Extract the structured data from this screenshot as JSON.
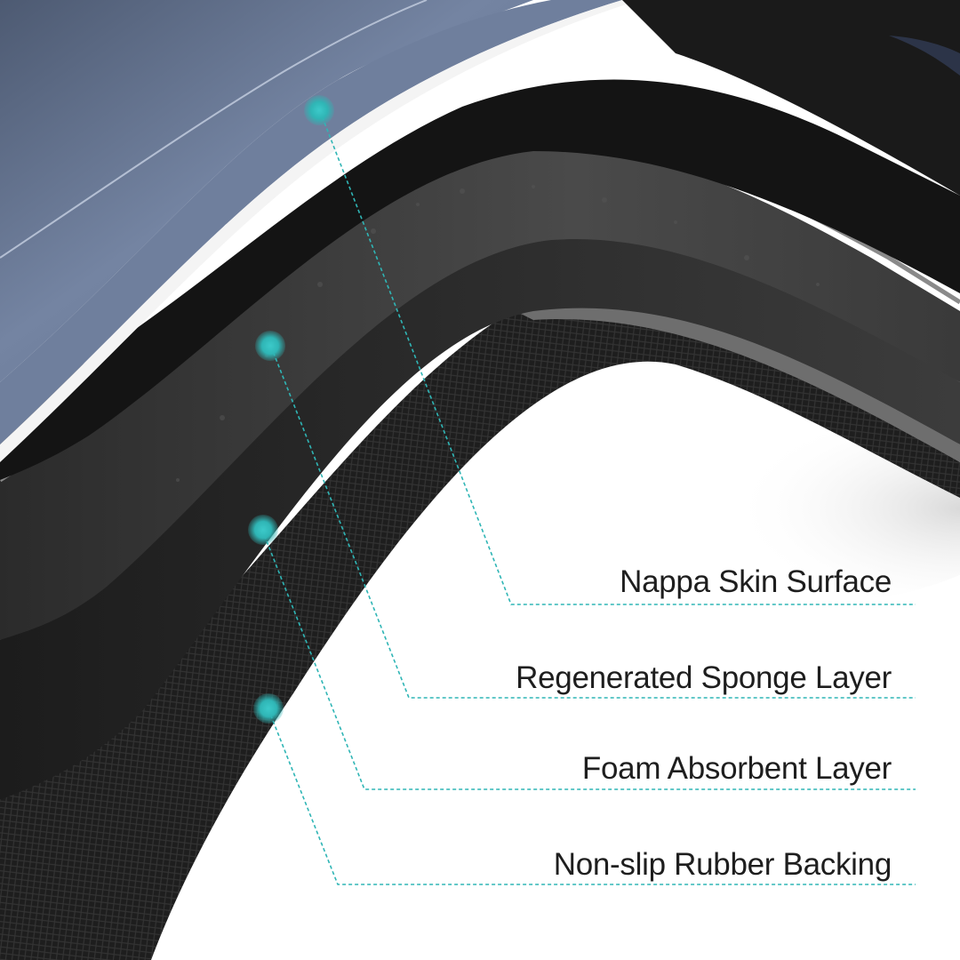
{
  "callouts": [
    {
      "label": "Nappa Skin Surface"
    },
    {
      "label": "Regenerated Sponge Layer"
    },
    {
      "label": "Foam Absorbent Layer"
    },
    {
      "label": "Non-slip Rubber Backing"
    }
  ],
  "colors": {
    "accent": "#2fb5b5",
    "nappa_surface": "#6a7a98",
    "sponge": "#3c3c3c",
    "foam": "#2a2a2a",
    "rubber": "#1a1a1a"
  }
}
